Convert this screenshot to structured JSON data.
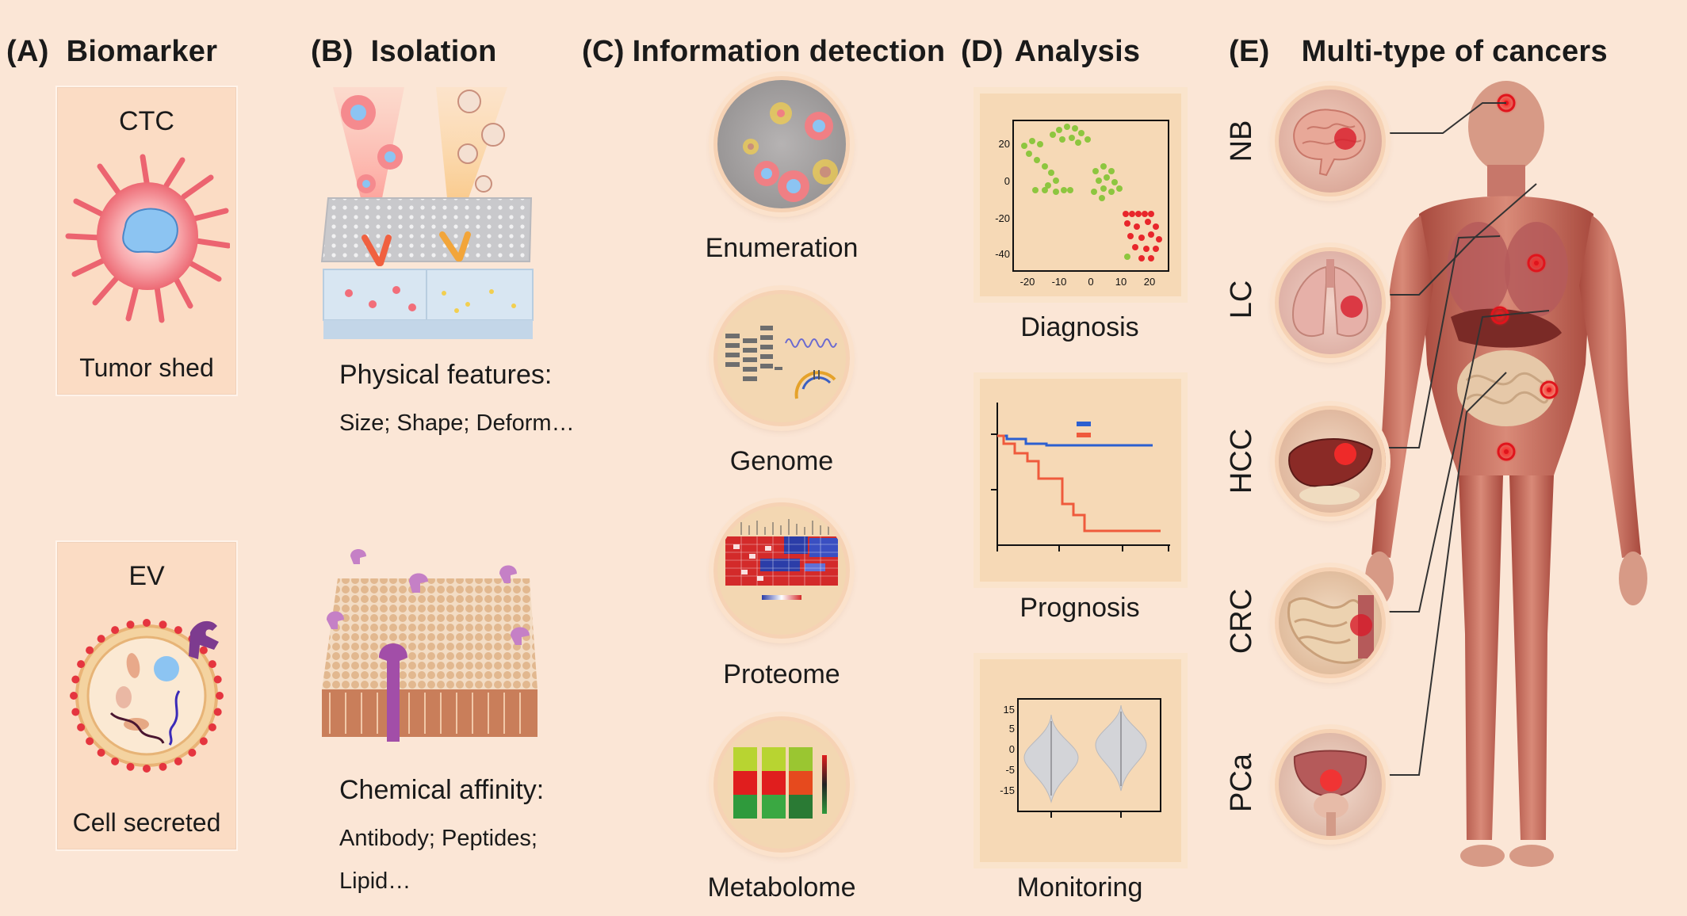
{
  "headers": {
    "a": {
      "letter": "(A)",
      "title": "Biomarker"
    },
    "b": {
      "letter": "(B)",
      "title": "Isolation"
    },
    "c": {
      "letter": "(C)",
      "title": "Information detection"
    },
    "d": {
      "letter": "(D)",
      "title": "Analysis"
    },
    "e": {
      "letter": "(E)",
      "title": "Multi-type of cancers"
    }
  },
  "biomarker": {
    "ctc": {
      "name": "CTC",
      "desc": "Tumor shed"
    },
    "ev": {
      "name": "EV",
      "desc": "Cell secreted"
    }
  },
  "isolation": {
    "physical": {
      "title": "Physical features:",
      "detail": "Size; Shape; Deform…"
    },
    "chemical": {
      "title": "Chemical affinity:",
      "detail1": "Antibody; Peptides;",
      "detail2": "Lipid…"
    }
  },
  "detection": {
    "items": [
      "Enumeration",
      "Genome",
      "Proteome",
      "Metabolome"
    ]
  },
  "analysis": {
    "diagnosis": {
      "label": "Diagnosis",
      "yticks": [
        "20",
        "0",
        "-20",
        "-40"
      ],
      "xticks": [
        "-20",
        "-10",
        "0",
        "10",
        "20"
      ]
    },
    "prognosis": {
      "label": "Prognosis"
    },
    "monitoring": {
      "label": "Monitoring",
      "yticks": [
        "15",
        "5",
        "0",
        "-5",
        "-15"
      ]
    }
  },
  "cancers": {
    "items": [
      "NB",
      "LC",
      "HCC",
      "CRC",
      "PCa"
    ]
  },
  "colors": {
    "background": "#fbe6d6",
    "ctc": "#ef6f78",
    "nucleus": "#8cc4f2",
    "green_cluster": "#8dc63f",
    "red_cluster": "#e8262b",
    "survival_blue": "#2c5fd0",
    "survival_red": "#ef5a3c"
  }
}
